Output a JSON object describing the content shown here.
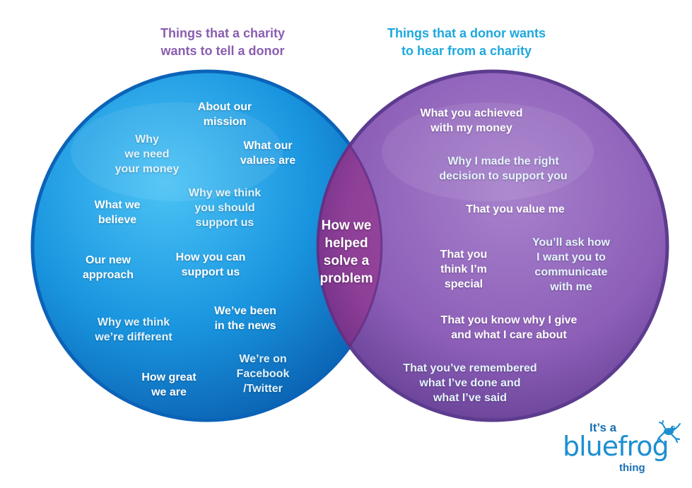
{
  "headings": {
    "left": [
      "Things that a charity",
      "wants to tell a donor"
    ],
    "right": [
      "Things that a donor wants",
      "to hear from a charity"
    ]
  },
  "left_items": [
    {
      "lines": [
        "About our",
        "mission"
      ],
      "tone": "white"
    },
    {
      "lines": [
        "Why",
        "we need",
        "your money"
      ],
      "tone": "pale"
    },
    {
      "lines": [
        "What our",
        "values are"
      ],
      "tone": "white"
    },
    {
      "lines": [
        "What we",
        "believe"
      ],
      "tone": "white"
    },
    {
      "lines": [
        "Why we think",
        "you should",
        "support us"
      ],
      "tone": "pale"
    },
    {
      "lines": [
        "Our new",
        "approach"
      ],
      "tone": "white"
    },
    {
      "lines": [
        "How you can",
        "support us"
      ],
      "tone": "white"
    },
    {
      "lines": [
        "Why we think",
        "we’re different"
      ],
      "tone": "pale"
    },
    {
      "lines": [
        "We’ve been",
        "in the news"
      ],
      "tone": "white"
    },
    {
      "lines": [
        "How great",
        "we are"
      ],
      "tone": "white"
    },
    {
      "lines": [
        "We’re on",
        "Facebook",
        "/Twitter"
      ],
      "tone": "pale"
    }
  ],
  "center_item": {
    "lines": [
      "How we",
      "helped",
      "solve a",
      "problem"
    ]
  },
  "right_items": [
    {
      "lines": [
        "What you achieved",
        "with my money"
      ],
      "tone": "white"
    },
    {
      "lines": [
        "Why I made the right",
        "decision to support you"
      ],
      "tone": "pale"
    },
    {
      "lines": [
        "That you value me"
      ],
      "tone": "white"
    },
    {
      "lines": [
        "That you",
        "think I’m",
        "special"
      ],
      "tone": "white"
    },
    {
      "lines": [
        "You’ll ask how",
        "I want you to",
        "communicate",
        "with me"
      ],
      "tone": "pale"
    },
    {
      "lines": [
        "That you know why I give",
        "and what I care about"
      ],
      "tone": "white"
    },
    {
      "lines": [
        "That you’ve remembered",
        "what I’ve done and",
        "what I’ve said"
      ],
      "tone": "pale"
    }
  ],
  "logo": {
    "top": "It’s a",
    "main": "bluefrog",
    "bottom": "thing"
  },
  "colors": {
    "left_circle": "#1a96e0",
    "right_circle": "#8d5fb8",
    "overlap": "#8e3f97",
    "left_heading": "#8a5db0",
    "right_heading": "#1da8dd",
    "logo": "#1d8fd1"
  },
  "icons": {
    "logo_mark": "frog-icon"
  }
}
